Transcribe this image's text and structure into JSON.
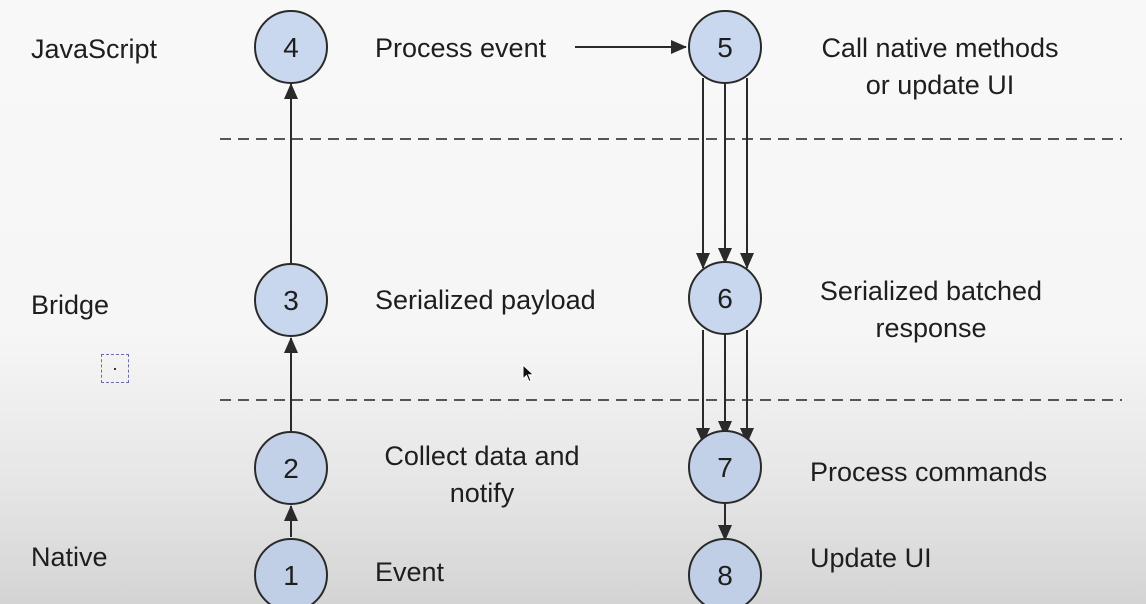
{
  "layers": {
    "javascript": "JavaScript",
    "bridge": "Bridge",
    "native": "Native"
  },
  "steps": [
    {
      "number": "1",
      "description": "Event"
    },
    {
      "number": "2",
      "description": "Collect data and\nnotify"
    },
    {
      "number": "3",
      "description": "Serialized payload"
    },
    {
      "number": "4",
      "description": "Process event"
    },
    {
      "number": "5",
      "description": "Call native methods\nor update UI"
    },
    {
      "number": "6",
      "description": "Serialized batched\nresponse"
    },
    {
      "number": "7",
      "description": "Process commands"
    },
    {
      "number": "8",
      "description": "Update UI"
    }
  ],
  "colors": {
    "node_fill": "#c9d7ee",
    "node_stroke": "#2a2a2a",
    "divider": "#555555",
    "arrow": "#2a2a2a"
  }
}
